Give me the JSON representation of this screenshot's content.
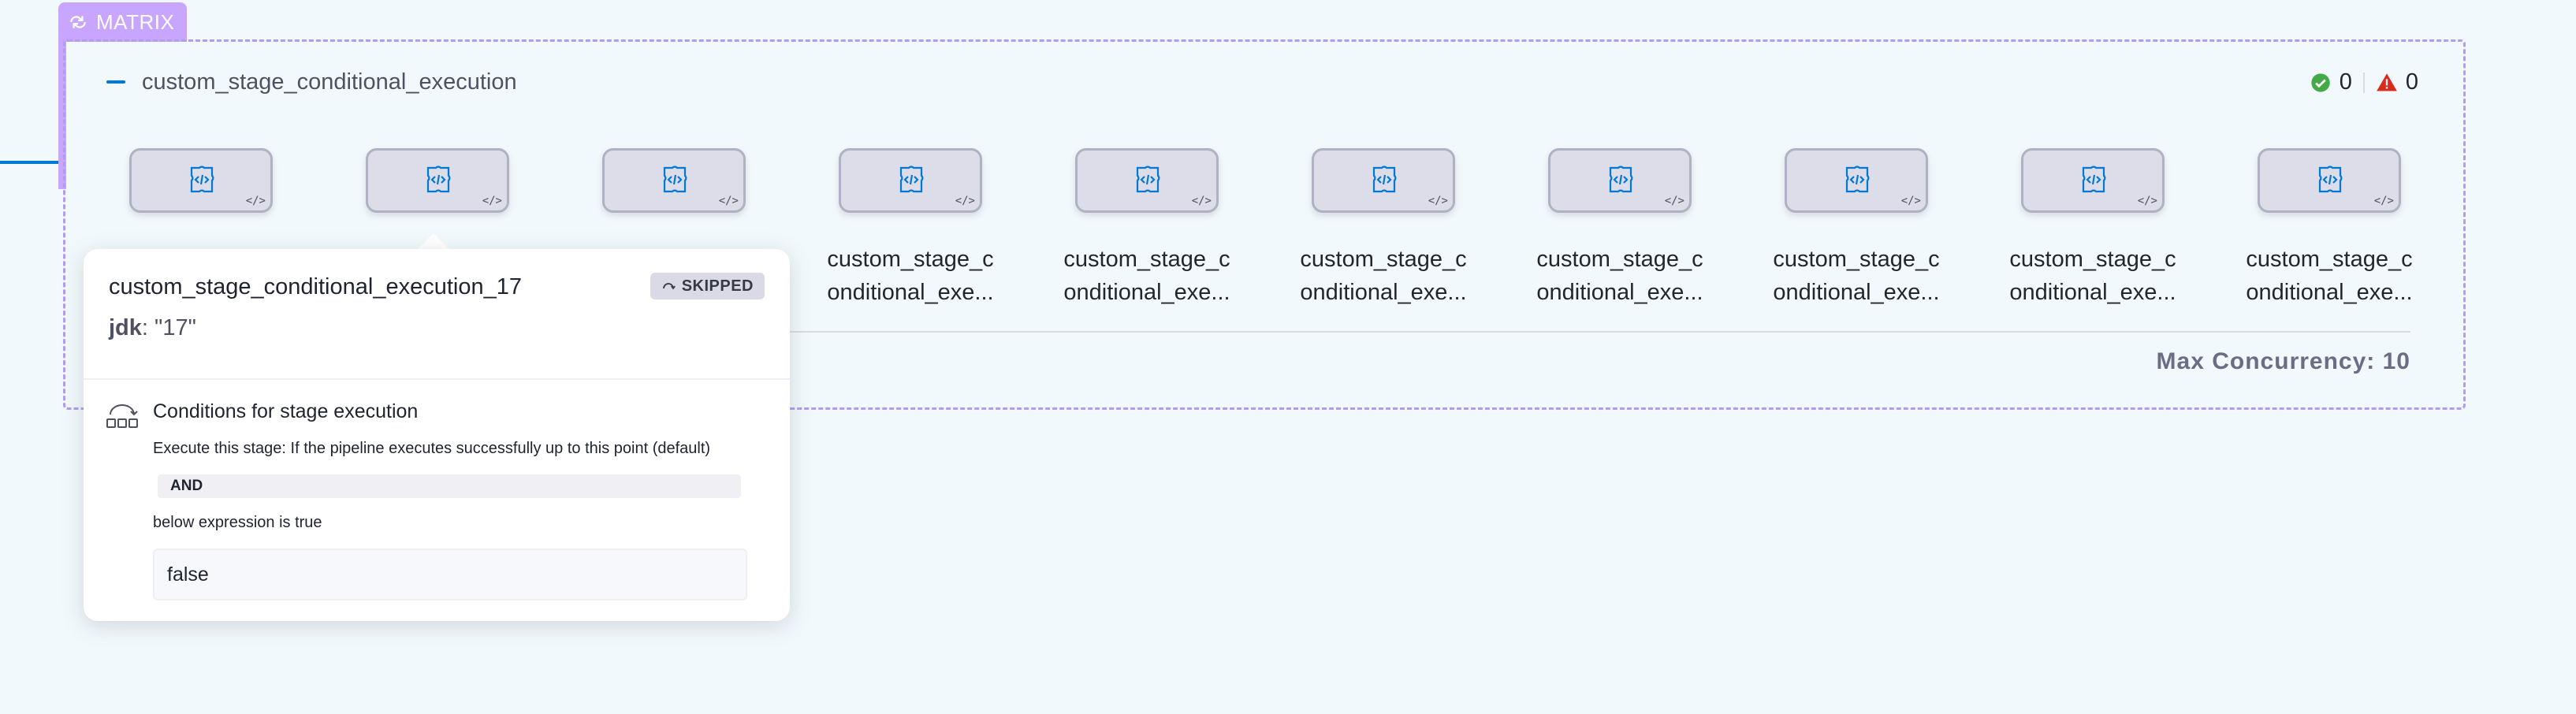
{
  "matrix": {
    "tag_label": "MATRIX",
    "title": "custom_stage_conditional_execution",
    "success_count": "0",
    "failed_count": "0",
    "max_concurrency": "Max Concurrency: 10"
  },
  "stages": [
    {
      "line1": "",
      "line2": ""
    },
    {
      "line1": "",
      "line2": ""
    },
    {
      "line1": "",
      "line2": ""
    },
    {
      "line1": "custom_stage_c",
      "line2": "onditional_exe..."
    },
    {
      "line1": "custom_stage_c",
      "line2": "onditional_exe..."
    },
    {
      "line1": "custom_stage_c",
      "line2": "onditional_exe..."
    },
    {
      "line1": "custom_stage_c",
      "line2": "onditional_exe..."
    },
    {
      "line1": "custom_stage_c",
      "line2": "onditional_exe..."
    },
    {
      "line1": "custom_stage_c",
      "line2": "onditional_exe..."
    },
    {
      "line1": "custom_stage_c",
      "line2": "onditional_exe..."
    }
  ],
  "popover": {
    "title": "custom_stage_conditional_execution_17",
    "status": "SKIPPED",
    "param_key": "jdk",
    "param_value": ": \"17\"",
    "conditions_title": "Conditions for stage execution",
    "execute_text": "Execute this stage: If the pipeline executes successfully up to this point (default)",
    "and_label": "AND",
    "expression_label": "below expression is true",
    "expression_value": "false"
  },
  "colors": {
    "background": "#f1f9fc",
    "matrix_accent": "#c8a6ff",
    "matrix_border": "#b09cf0",
    "primary_blue": "#0278d5",
    "success_green": "#42ab45",
    "failed_red": "#da291d"
  },
  "icons": {
    "matrix_tag": "loop-icon",
    "stage": "custom-stage-code-icon",
    "success": "check-circle-icon",
    "failed": "warning-triangle-icon",
    "skipped": "skip-icon",
    "conditions": "conditional-execution-icon"
  }
}
